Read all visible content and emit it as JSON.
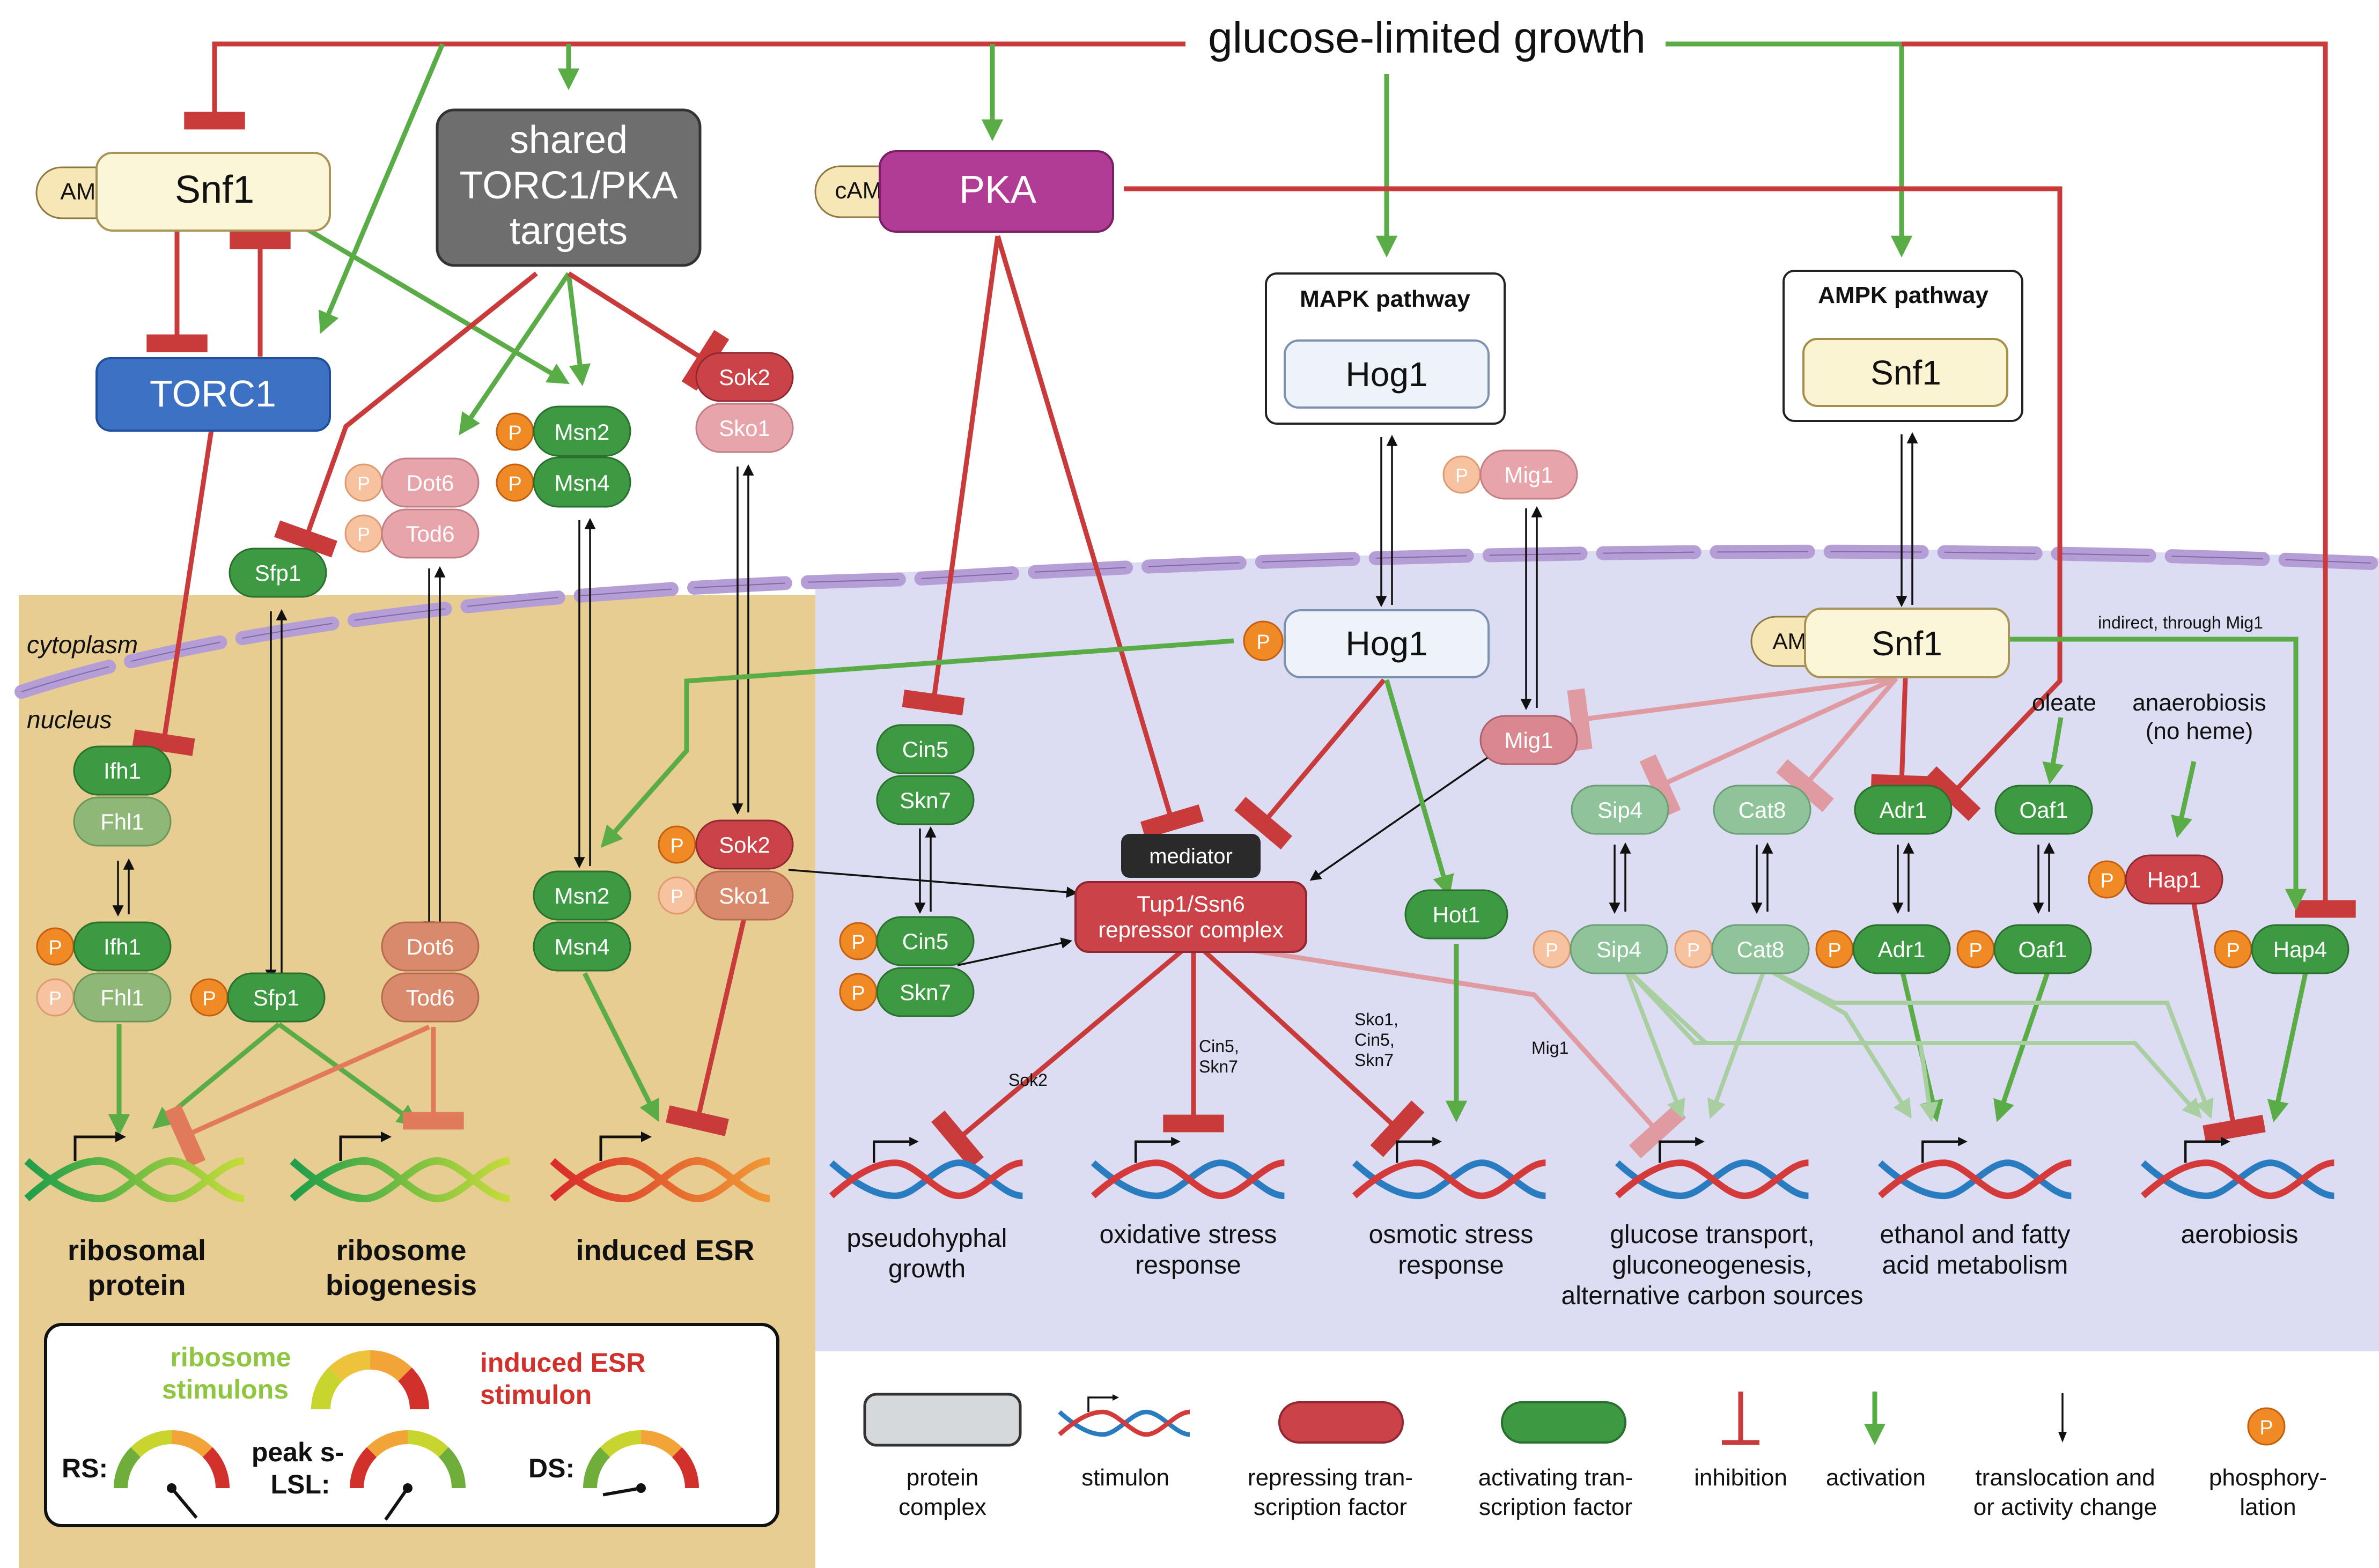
{
  "title": "glucose-limited growth",
  "compartments": {
    "cytoplasm": "cytoplasm",
    "nucleus": "nucleus"
  },
  "upstream": {
    "snf1": "Snf1",
    "amp": "AMP",
    "torc1": "TORC1",
    "shared_line1": "shared",
    "shared_line2": "TORC1/PKA",
    "shared_line3": "targets",
    "pka": "PKA",
    "camp": "cAMP",
    "mapk_title": "MAPK pathway",
    "mapk_hog1": "Hog1",
    "ampk_title": "AMPK pathway",
    "ampk_snf1": "Snf1"
  },
  "factors": {
    "p": "P",
    "msn2": "Msn2",
    "msn4": "Msn4",
    "sok2": "Sok2",
    "sko1": "Sko1",
    "dot6": "Dot6",
    "tod6": "Tod6",
    "sfp1": "Sfp1",
    "mig1": "Mig1",
    "hog1": "Hog1",
    "snf1": "Snf1",
    "amp": "AMP",
    "ifh1": "Ifh1",
    "fhl1": "Fhl1",
    "cin5": "Cin5",
    "skn7": "Skn7",
    "hot1": "Hot1",
    "sip4": "Sip4",
    "cat8": "Cat8",
    "adr1": "Adr1",
    "oaf1": "Oaf1",
    "hap1": "Hap1",
    "hap4": "Hap4",
    "mediator": "mediator",
    "tup1_line1": "Tup1/Ssn6",
    "tup1_line2": "repressor complex"
  },
  "edge_labels": {
    "indirect": "indirect, through Mig1",
    "oleate": "oleate",
    "anaerobiosis_line1": "anaerobiosis",
    "anaerobiosis_line2": "(no heme)",
    "sok2": "Sok2",
    "cin5skn7_line1": "Cin5,",
    "cin5skn7_line2": "Skn7",
    "sko1cin5skn7_line1": "Sko1,",
    "sko1cin5skn7_line2": "Cin5,",
    "sko1cin5skn7_line3": "Skn7",
    "mig1": "Mig1"
  },
  "stimulons": {
    "ribo_protein_l1": "ribosomal",
    "ribo_protein_l2": "protein",
    "ribi_l1": "ribosome",
    "ribi_l2": "biogenesis",
    "iesr": "induced ESR",
    "pseudo_l1": "pseudohyphal",
    "pseudo_l2": "growth",
    "oxid_l1": "oxidative stress",
    "oxid_l2": "response",
    "osmo_l1": "osmotic stress",
    "osmo_l2": "response",
    "gluc_l1": "glucose transport,",
    "gluc_l2": "gluconeogenesis,",
    "gluc_l3": "alternative carbon sources",
    "eth_l1": "ethanol and fatty",
    "eth_l2": "acid metabolism",
    "aero": "aerobiosis"
  },
  "gauges": {
    "ribo_l1": "ribosome",
    "ribo_l2": "stimulons",
    "esr_l1": "induced ESR",
    "esr_l2": "stimulon",
    "rs": "RS:",
    "lsl_l1": "peak s-",
    "lsl_l2": "LSL:",
    "ds": "DS:"
  },
  "legend": {
    "protein_l1": "protein",
    "protein_l2": "complex",
    "stimulon": "stimulon",
    "repress_l1": "repressing tran-",
    "repress_l2": "scription factor",
    "activ_l1": "activating tran-",
    "activ_l2": "scription factor",
    "inhibition": "inhibition",
    "activation": "activation",
    "transloc_l1": "translocation and",
    "transloc_l2": "or activity change",
    "phospho_l1": "phosphory-",
    "phospho_l2": "lation"
  },
  "colors": {
    "activation": "#5aad46",
    "inhibition": "#c93a3a",
    "nucleus_left": "#e7cd92",
    "nucleus_right": "#dcdcf2",
    "membrane": "#b59dd6",
    "pka": "#b13c95",
    "torc1": "#3c71c4",
    "shared": "#6e6e6e",
    "activator_tf": "#3d9a42",
    "repressor_tf": "#cc4249",
    "phospho": "#f08a24",
    "ribosome_stimulons": "#8ec63f",
    "esr_stimulon": "#d2302b"
  }
}
